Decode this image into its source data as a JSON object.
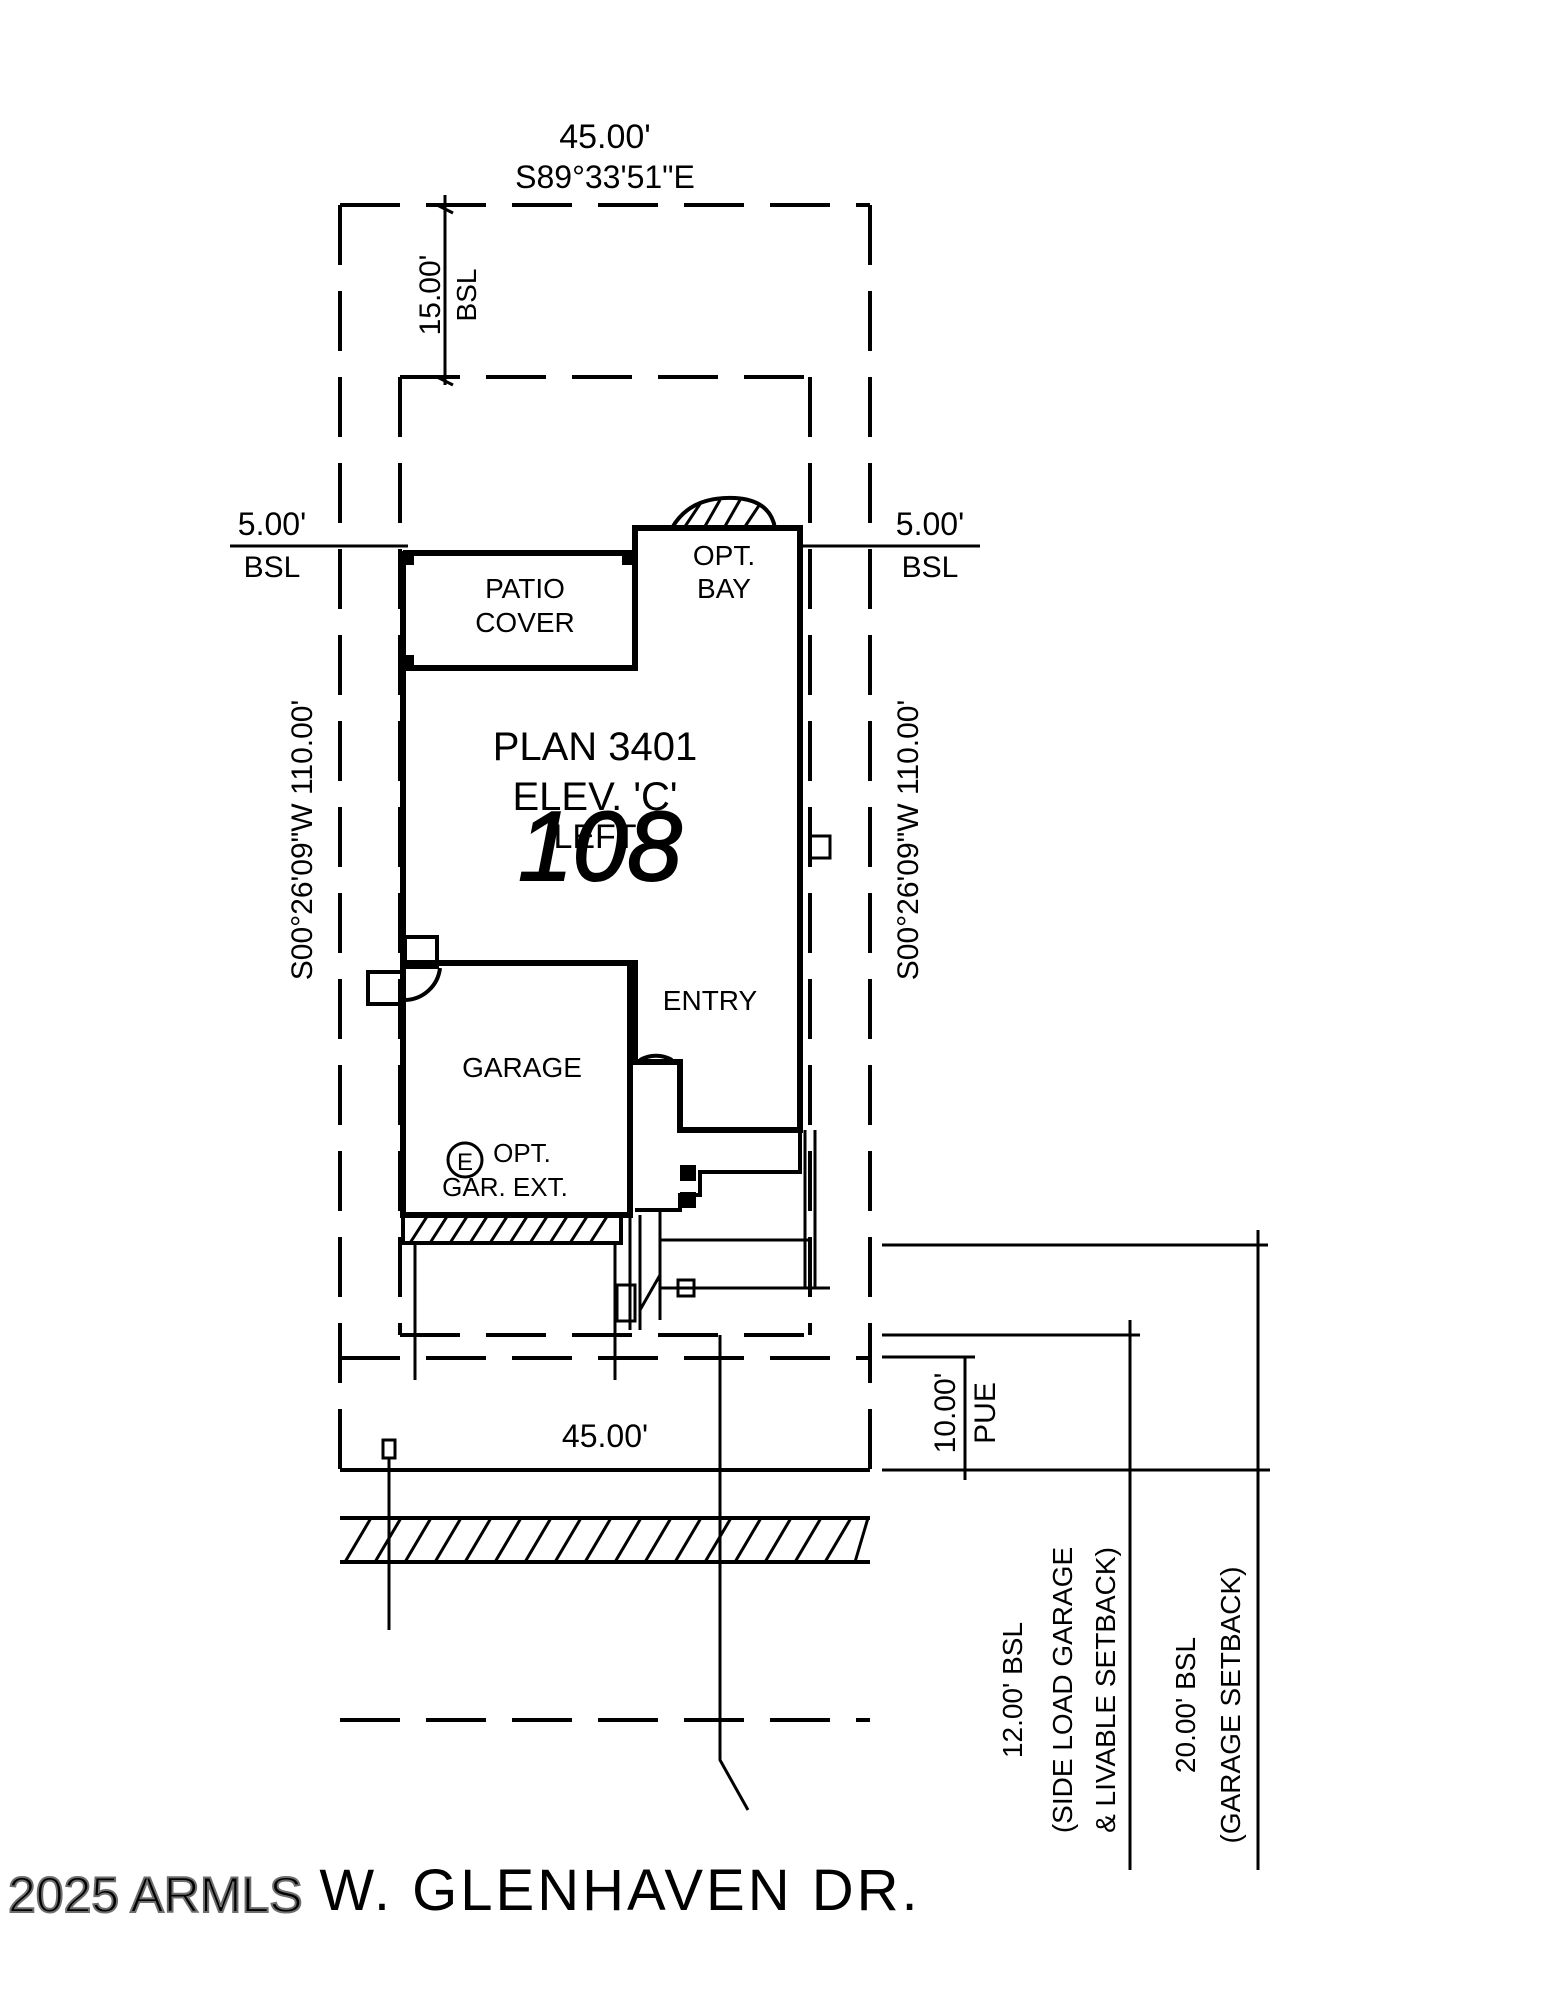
{
  "plot": {
    "top_distance": "45.00'",
    "top_bearing": "S89°33'51\"E",
    "rear_setback_distance": "15.00'",
    "rear_setback_label": "BSL",
    "left_side_setback": "5.00'",
    "left_side_setback_label": "BSL",
    "right_side_setback": "5.00'",
    "right_side_setback_label": "BSL",
    "left_bearing": "S00°26'09\"W 110.00'",
    "right_bearing": "S00°26'09\"W 110.00'",
    "bottom_distance": "45.00'",
    "pue_distance": "10.00'",
    "pue_label": "PUE"
  },
  "rooms": {
    "patio_line1": "PATIO",
    "patio_line2": "COVER",
    "bay_line1": "OPT.",
    "bay_line2": "BAY",
    "plan_name": "PLAN 3401",
    "elevation": "ELEV. 'C'",
    "handing": "LEFT",
    "lot_number": "108",
    "entry": "ENTRY",
    "garage": "GARAGE",
    "garage_ext_line1": "OPT.",
    "garage_ext_line2": "GAR. EXT.",
    "electric_symbol": "E"
  },
  "setbacks": {
    "side_load_distance": "12.00' BSL",
    "side_load_line2": "(SIDE LOAD GARAGE",
    "side_load_line3": "& LIVABLE SETBACK)",
    "garage_distance": "20.00' BSL",
    "garage_line2": "(GARAGE SETBACK)"
  },
  "street_name": "W. GLENHAVEN DR.",
  "watermark": "2025 ARMLS"
}
